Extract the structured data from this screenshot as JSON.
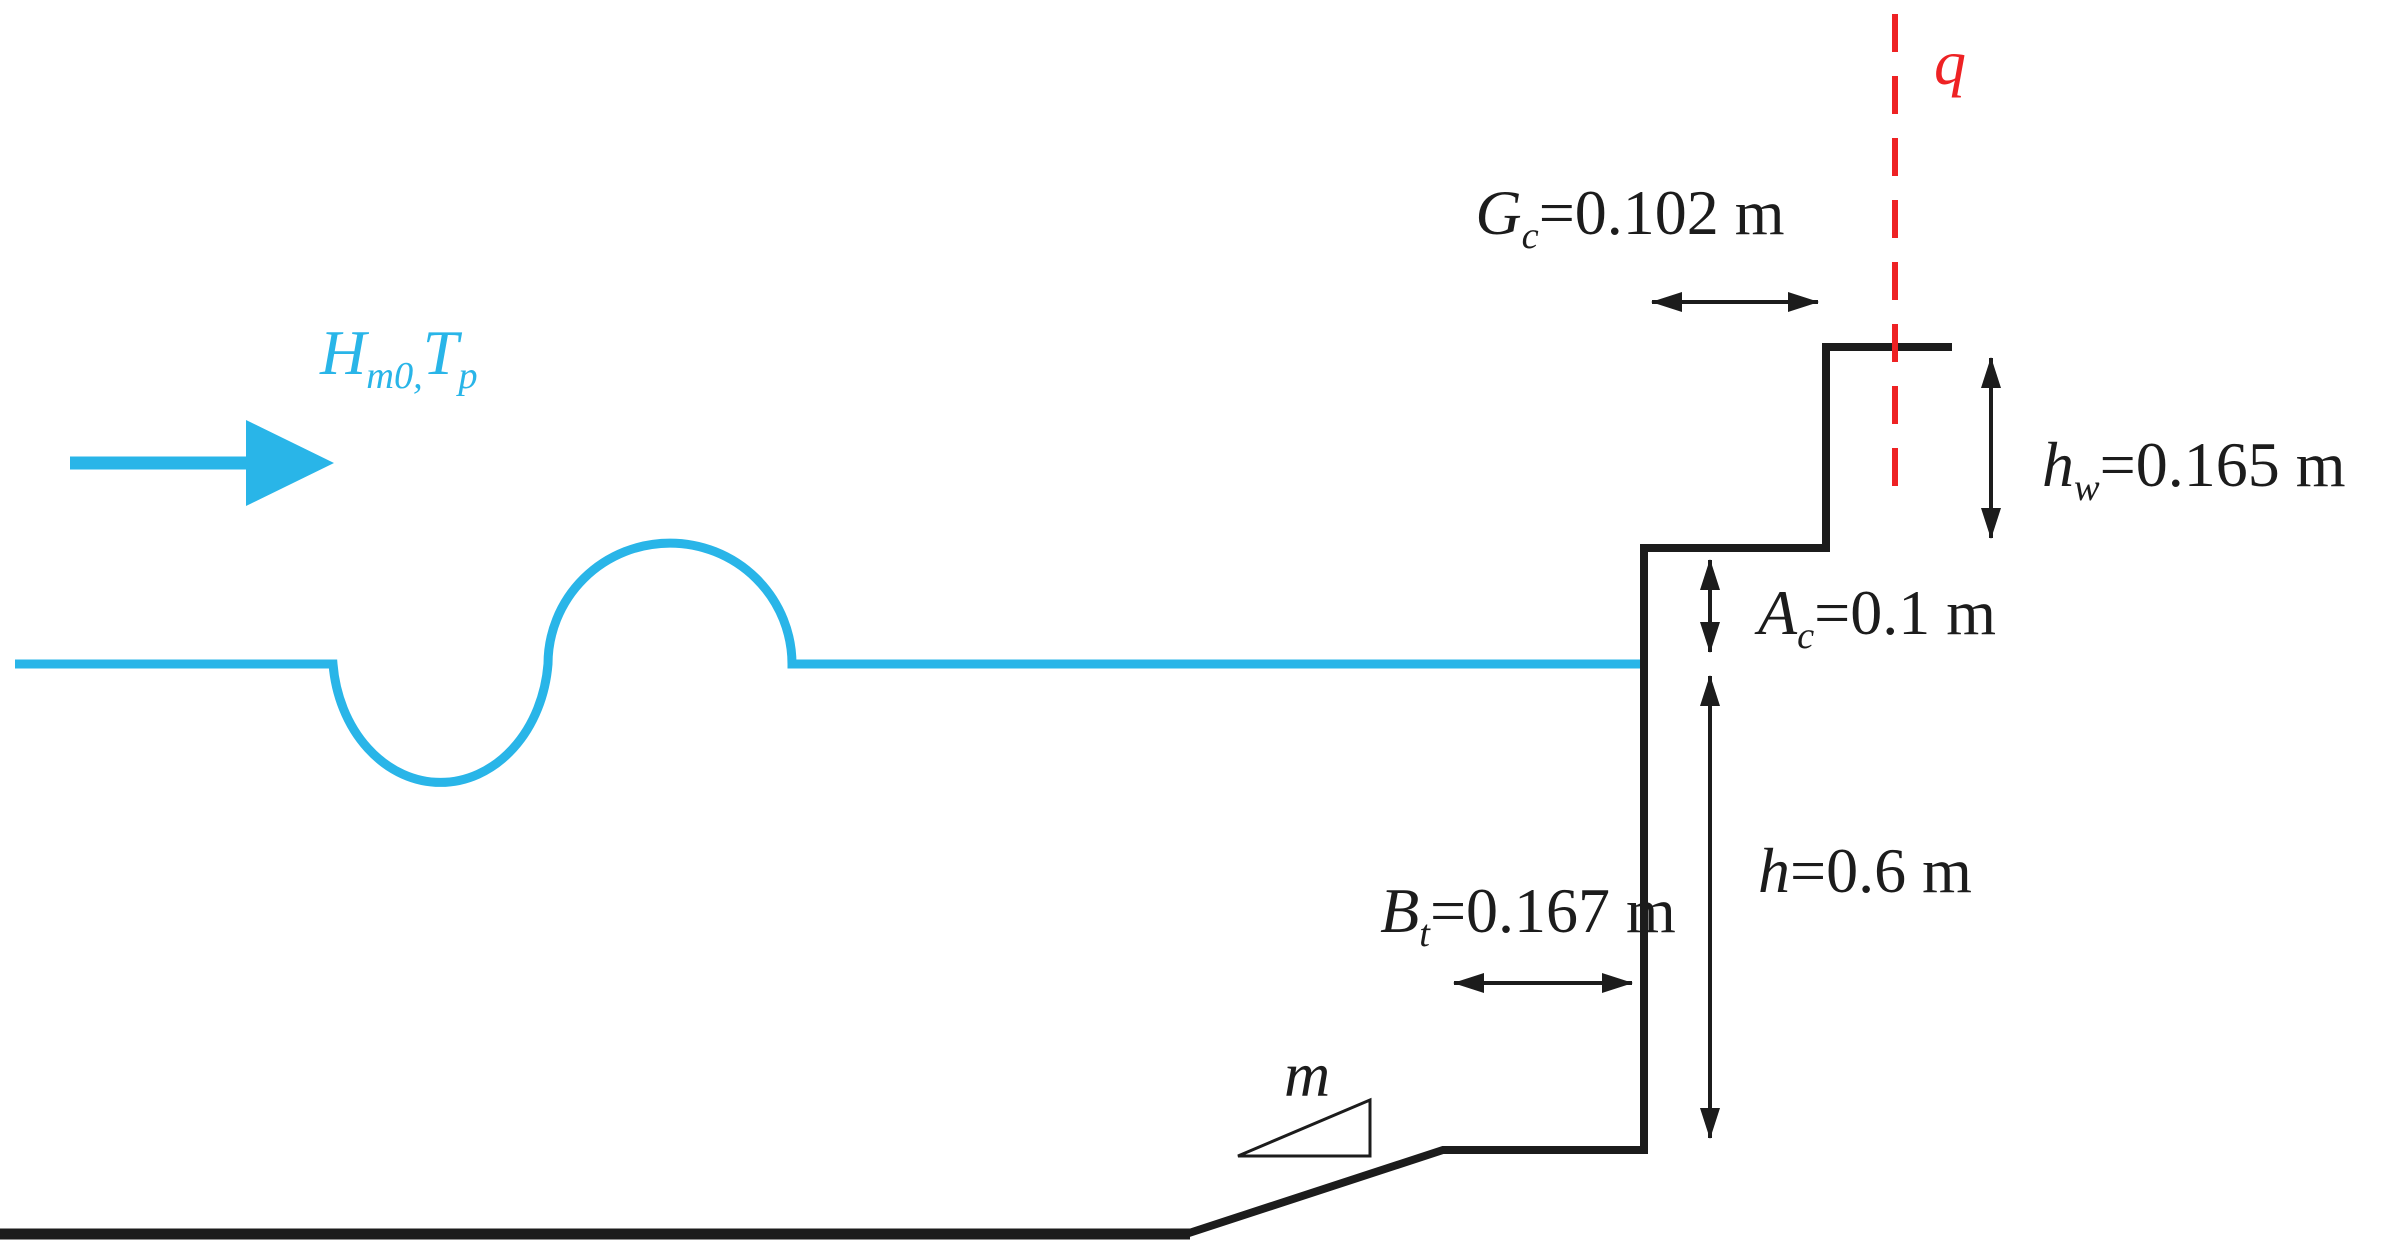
{
  "colors": {
    "water": "#29B5E8",
    "structure": "#1C1C1C",
    "discharge": "#EE2224"
  },
  "labels": {
    "wave": {
      "var1": "H",
      "sub1": "m0,",
      "var2": "T",
      "sub2": "p"
    },
    "discharge": {
      "var": "q"
    },
    "crest_width": {
      "var": "G",
      "sub": "c",
      "value": "=0.102 m"
    },
    "wall_height": {
      "var": "h",
      "sub": "w",
      "value": "=0.165 m"
    },
    "freeboard": {
      "var": "A",
      "sub": "c",
      "value": "=0.1 m"
    },
    "water_depth": {
      "var": "h",
      "value": "=0.6 m"
    },
    "toe_width": {
      "var": "B",
      "sub": "t",
      "value": "=0.167 m"
    },
    "slope": {
      "var": "m"
    }
  }
}
